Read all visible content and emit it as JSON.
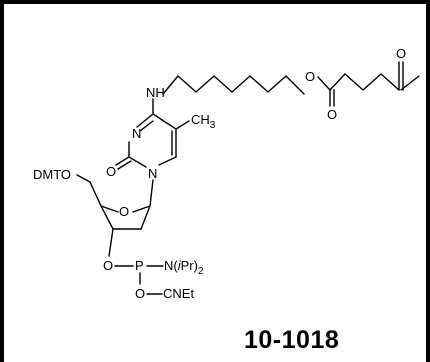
{
  "product": {
    "code": "10-1018"
  },
  "labels": {
    "nh": "NH",
    "n3": "N",
    "n1": "N",
    "o2": "O",
    "methyl": "CH",
    "methyl_sub": "3",
    "ester_o": "O",
    "carbonyl_o": "O",
    "ketone_o": "O",
    "dmto": "DMTO",
    "ring_o": "O",
    "o3": "O",
    "p": "P",
    "n_ipr": "N(",
    "i": "i",
    "pr": "Pr)",
    "pr_sub": "2",
    "o_cn": "O",
    "cnet": "CNEt"
  }
}
